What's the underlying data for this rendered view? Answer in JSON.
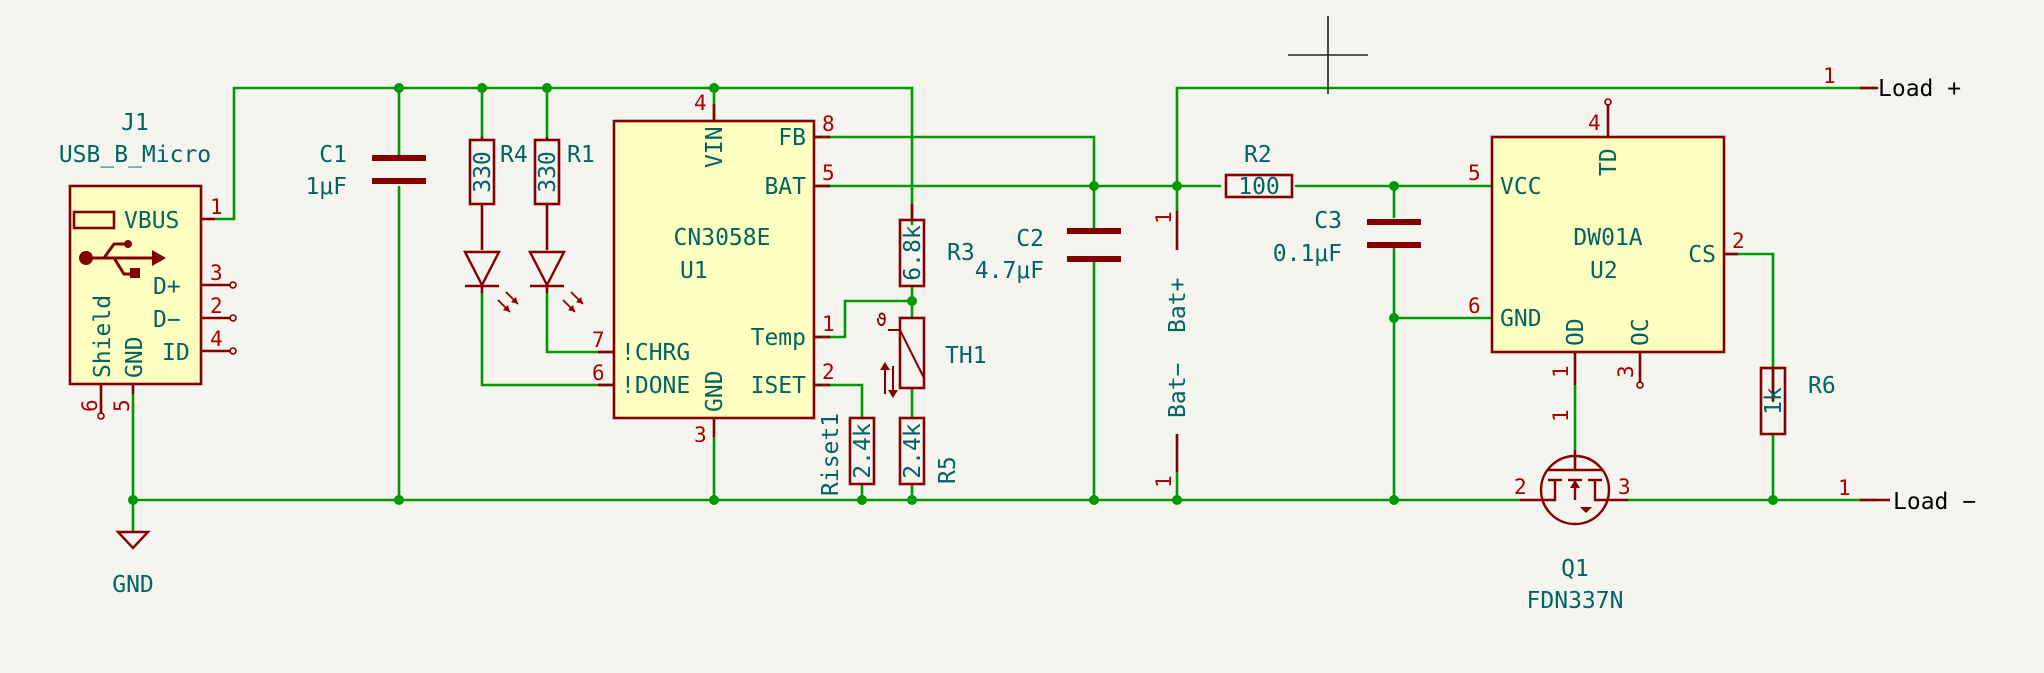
{
  "parts": {
    "J1": {
      "ref": "J1",
      "value": "USB_B_Micro",
      "pins": {
        "vbus": "VBUS",
        "dp": "D+",
        "dm": "D−",
        "id": "ID",
        "gnd": "GND",
        "shield": "Shield"
      },
      "nums": {
        "vbus": "1",
        "dp": "3",
        "dm": "2",
        "id": "4",
        "shield": "6",
        "gnd": "5"
      }
    },
    "C1": {
      "ref": "C1",
      "value": "1μF"
    },
    "R4": {
      "ref": "R4",
      "value": "330"
    },
    "R1": {
      "ref": "R1",
      "value": "330"
    },
    "U1": {
      "ref": "U1",
      "value": "CN3058E",
      "pins": {
        "vin": "VIN",
        "fb": "FB",
        "bat": "BAT",
        "temp": "Temp",
        "iset": "ISET",
        "chrg": "!CHRG",
        "done": "!DONE",
        "gnd": "GND"
      },
      "nums": {
        "vin": "4",
        "fb": "8",
        "bat": "5",
        "temp": "1",
        "iset": "2",
        "chrg": "7",
        "done": "6",
        "gnd": "3"
      }
    },
    "R3": {
      "ref": "R3",
      "value": "6.8k"
    },
    "TH1": {
      "ref": "TH1"
    },
    "Riset1": {
      "ref": "Riset1",
      "value": "2.4k"
    },
    "R5": {
      "ref": "R5",
      "value": "2.4k"
    },
    "C2": {
      "ref": "C2",
      "value": "4.7μF"
    },
    "BAT": {
      "pos_label": "Bat+",
      "neg_label": "Bat−",
      "n1": "1",
      "n2": "1"
    },
    "R2": {
      "ref": "R2",
      "value": "100"
    },
    "C3": {
      "ref": "C3",
      "value": "0.1μF"
    },
    "U2": {
      "ref": "U2",
      "value": "DW01A",
      "pins": {
        "vcc": "VCC",
        "gnd": "GND",
        "td": "TD",
        "cs": "CS",
        "od": "OD",
        "oc": "OC"
      },
      "nums": {
        "vcc": "5",
        "gnd": "6",
        "td": "4",
        "cs": "2",
        "od": "1",
        "oc": "3"
      }
    },
    "R6": {
      "ref": "R6",
      "value": "1k"
    },
    "Q1": {
      "ref": "Q1",
      "value": "FDN337N",
      "nums": {
        "gate": "1",
        "drain": "2",
        "source": "3"
      }
    }
  },
  "labels": {
    "load_pos": "Load +",
    "load_neg": "Load −",
    "load_pos_num": "1",
    "load_neg_num": "1",
    "gnd": "GND"
  },
  "colors": {
    "wire": "#009900",
    "symbol": "#840000",
    "body_fill": "#ffffc2",
    "text": "#006464",
    "pin_number": "#a90000",
    "background": "#f5f4ef"
  }
}
